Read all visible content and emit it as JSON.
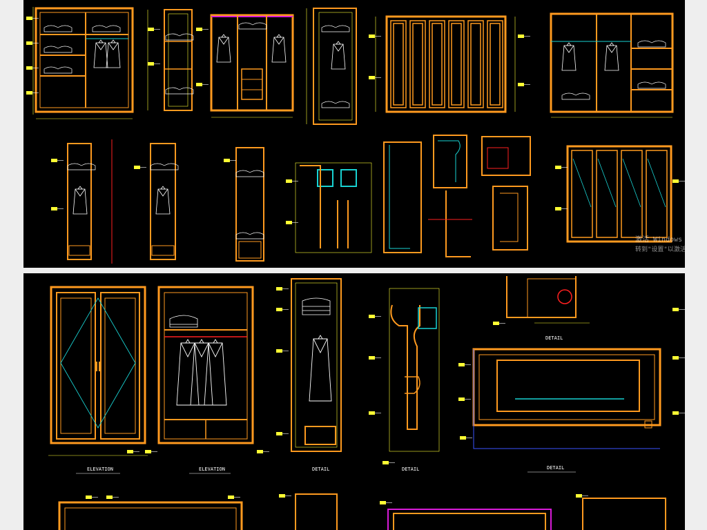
{
  "colors": {
    "background": "#000000",
    "page": "#eeeeee",
    "frame_orange": "#ff9a1f",
    "dimension_yellow": "#ffff33",
    "hanger_white": "#ffffff",
    "accent_cyan": "#19d3d3",
    "accent_red": "#ff2020",
    "accent_blue": "#3a55ff",
    "accent_magenta": "#d81bd8"
  },
  "icons": [
    "coat-hanger-icon",
    "folded-clothes-icon",
    "note-tag-icon"
  ],
  "top_sheet": {
    "overlay_line1": "激活 Windows",
    "overlay_line2": "转到\"设置\"以激活"
  },
  "bottom_sheet": {
    "titles": [
      "ELEVATION",
      "ELEVATION",
      "DETAIL",
      "DETAIL",
      "DETAIL",
      "DETAIL"
    ]
  }
}
